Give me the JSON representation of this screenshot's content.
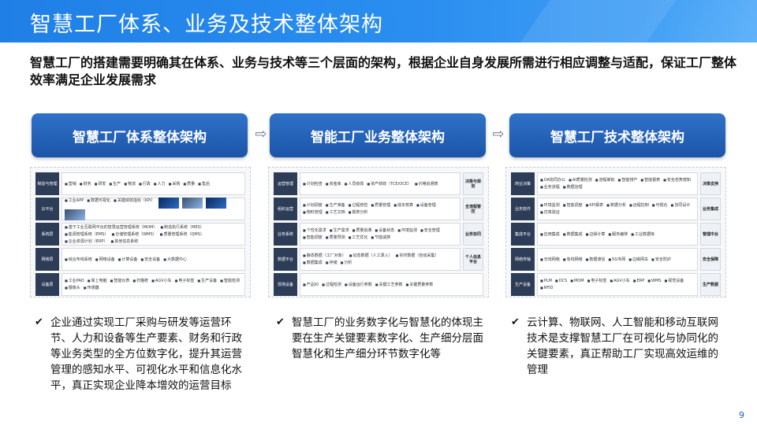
{
  "header": {
    "title": "智慧工厂体系、业务及技术整体架构",
    "subtitle": "智慧工厂的搭建需要明确其在体系、业务与技术等三个层面的架构，根据企业自身发展所需进行相应调整与适配，保证工厂整体效率满足企业发展需求"
  },
  "pillars": [
    {
      "title": "智慧工厂体系整体架构"
    },
    {
      "title": "智能工厂业务整体架构"
    },
    {
      "title": "智慧工厂技术整体架构"
    }
  ],
  "diagrams": {
    "system": {
      "rows": [
        {
          "label": "制造与管理",
          "items": [
            "营销",
            "财务",
            "研发",
            "生产",
            "物流",
            "行政",
            "人力",
            "采购",
            "质量",
            "售后"
          ]
        },
        {
          "label": "云平台",
          "items": [
            "工业APP",
            "数据可视化",
            "关键绩效指标（KPI）"
          ]
        },
        {
          "label": "系统层",
          "items": [
            "基于工业互联网平台的智慧运营管理系统（MOM）",
            "制造执行系统（MES）",
            "能源管理系统（EMS）",
            "仓储管理系统（WMS）",
            "质量管理系统（QMS）",
            "企业资源计划（ERP）",
            "其他信息系统"
          ]
        },
        {
          "label": "网络层",
          "items": [
            "综合布线系统",
            "网络设备",
            "计算设备",
            "安全设备",
            "大数据中心"
          ]
        },
        {
          "label": "设备层",
          "items": [
            "工业PAD",
            "掌上电脑",
            "智能仪表",
            "扫描枪",
            "AGV小车",
            "电子标签",
            "生产设备",
            "智能检测",
            "摄像头",
            "传感器"
          ]
        }
      ]
    },
    "business": {
      "rows": [
        {
          "label": "运营管理",
          "items": [
            "计划检查",
            "资金库",
            "人员绩效",
            "资产绩效（TCE/OCE）",
            "价格追溯表"
          ],
          "side": "决策与规划"
        },
        {
          "label": "组织运营",
          "items": [
            "计划调度",
            "生产准备",
            "过程管控",
            "质量管理",
            "成本核算",
            "设备管理",
            "物料管理",
            "工艺文档",
            "报表分析"
          ],
          "side": "全流程管控"
        },
        {
          "label": "业务系统",
          "items": [
            "个性化需求",
            "生产需求",
            "质量追溯",
            "设备状态",
            "环境监测",
            "安全管理",
            "智能调度",
            "质量预测",
            "工艺优化",
            "节能减排"
          ],
          "side": "业务协同"
        },
        {
          "label": "数据平台",
          "items": [
            "静态数据（工厂对象）",
            "动态数据（人工录入）",
            "实时数据（自动采集）",
            "数据集成",
            "存储",
            "分析"
          ],
          "side": "个人信息平台"
        },
        {
          "label": "现场设备",
          "items": [
            "产品ID",
            "过程检测",
            "设备运行参数",
            "关键工艺参数",
            "关键质量参数"
          ]
        }
      ]
    },
    "tech": {
      "rows": [
        {
          "label": "商业决策",
          "items": [
            "OA协同办公",
            "AI质量检测",
            "流程审批",
            "智能排产",
            "智能报表",
            "安全态势感知",
            "业务流程",
            "数据治理"
          ],
          "side": "决策支持"
        },
        {
          "label": "业务软件",
          "items": [
            "环境监测",
            "智能调度",
            "KPI报表",
            "数据分析",
            "远程控制",
            "可视化",
            "协同设计",
            "仿真验证"
          ],
          "side": "业务集成"
        },
        {
          "label": "集成平台",
          "items": [
            "应用集成",
            "数据集成",
            "边缘计算",
            "服务编排",
            "工业数据库"
          ],
          "side": "管理中台"
        },
        {
          "label": "网络传输",
          "items": [
            "无线网络",
            "有线网络",
            "数据通信",
            "5G专网",
            "边缘网关",
            "安全防护"
          ],
          "side": "安全保障"
        },
        {
          "label": "生产设备",
          "items": [
            "PLM",
            "DCS",
            "MOM",
            "电子标签",
            "AGV小车",
            "ERP",
            "WMS",
            "视觉设备",
            "RFID"
          ],
          "side": "生产数据"
        }
      ]
    }
  },
  "bullets": [
    "企业通过实现工厂采购与研发等运营环节、人力和设备等生产要素、财务和行政等业务类型的全方位数字化，提升其运营管理的感知水平、可视化水平和信息化水平，真正实现企业降本增效的运营目标",
    "智慧工厂的业务数字化与智慧化的体现主要在生产关键要素数字化、生产细分层面智慧化和生产细分环节数字化等",
    "云计算、物联网、人工智能和移动互联网技术是支撑智慧工厂在可视化与协同化的关键要素，真正帮助工厂实现高效运维的管理"
  ],
  "page_number": "9",
  "colors": {
    "accent": "#1f7fe6",
    "pillar": "#1c55a8",
    "row_label": "#2d3c57"
  }
}
